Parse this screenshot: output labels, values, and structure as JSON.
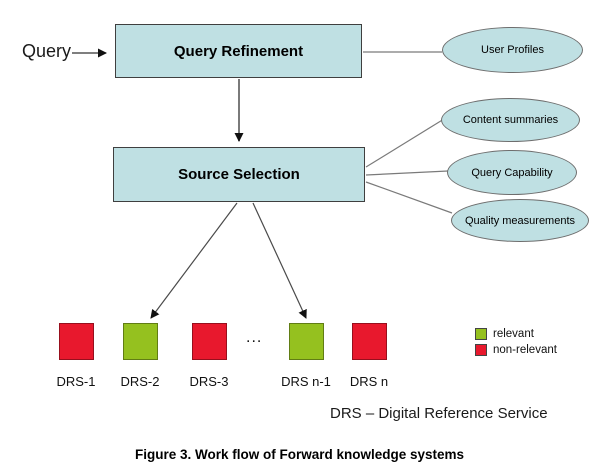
{
  "diagram": {
    "query_label": "Query",
    "boxes": [
      {
        "id": "query-refinement",
        "label": "Query Refinement"
      },
      {
        "id": "source-selection",
        "label": "Source Selection"
      }
    ],
    "ellipses": [
      {
        "id": "user-profiles",
        "label": "User Profiles"
      },
      {
        "id": "content-summaries",
        "label": "Content summaries"
      },
      {
        "id": "query-capability",
        "label": "Query Capability"
      },
      {
        "id": "quality-measurements",
        "label": "Quality measurements"
      }
    ],
    "drs_nodes": [
      {
        "label": "DRS-1",
        "status": "non-relevant",
        "color": "#e8182d"
      },
      {
        "label": "DRS-2",
        "status": "relevant",
        "color": "#95c11f"
      },
      {
        "label": "DRS-3",
        "status": "non-relevant",
        "color": "#e8182d"
      },
      {
        "label": "DRS n-1",
        "status": "relevant",
        "color": "#95c11f"
      },
      {
        "label": "DRS n",
        "status": "non-relevant",
        "color": "#e8182d"
      }
    ],
    "ellipsis": "...",
    "legend": [
      {
        "label": "relevant",
        "color": "#95c11f"
      },
      {
        "label": "non-relevant",
        "color": "#e8182d"
      }
    ],
    "abbreviation": "DRS – Digital Reference Service",
    "caption": "Figure 3. Work flow of Forward knowledge systems",
    "colors": {
      "node_fill": "#bfe0e3",
      "relevant": "#95c11f",
      "non_relevant": "#e8182d",
      "connector": "#7a7a7a"
    }
  }
}
